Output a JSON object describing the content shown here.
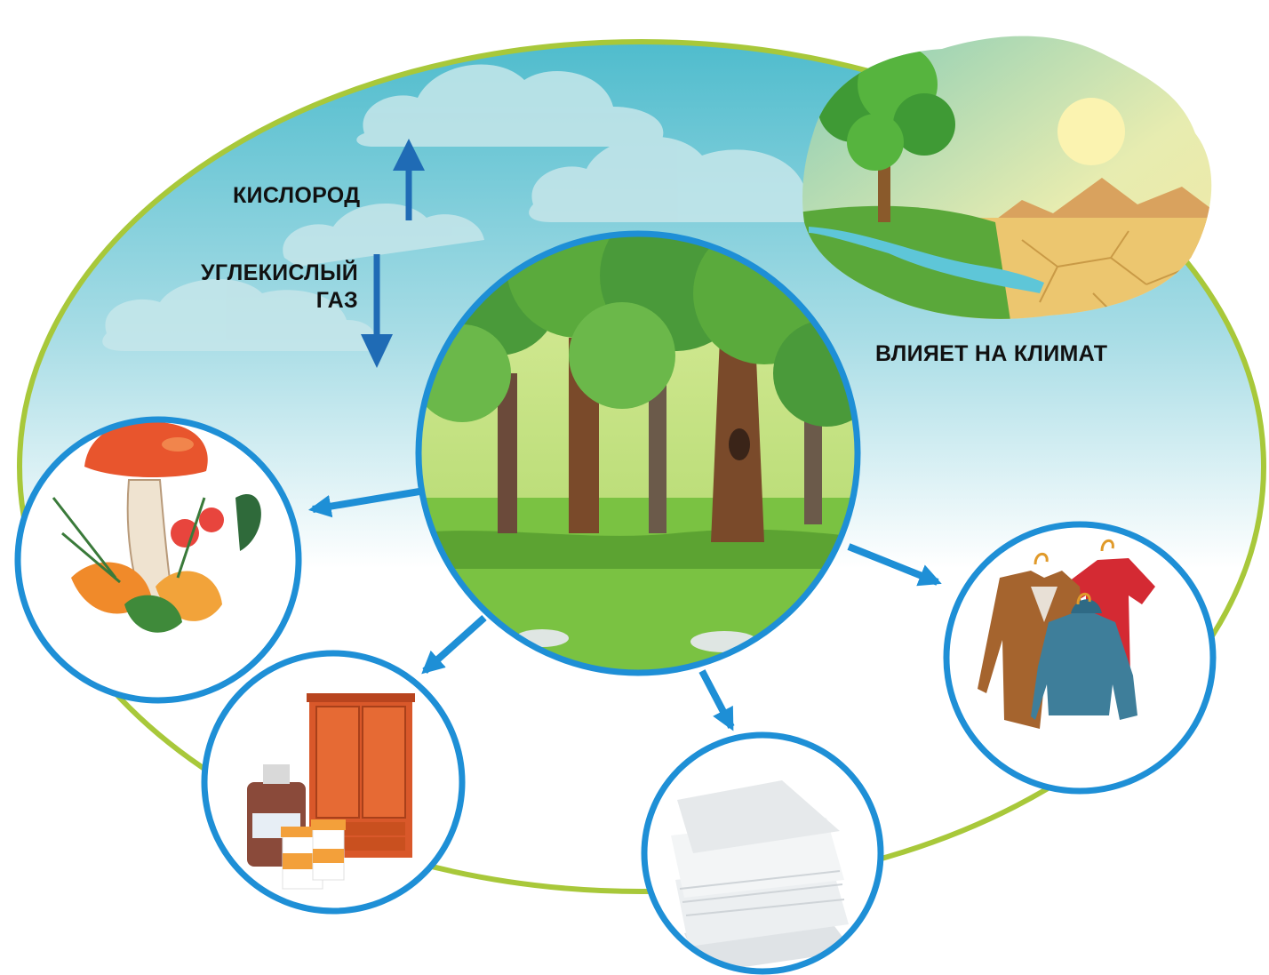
{
  "labels": {
    "oxygen": "КИСЛОРОД",
    "carbon_dioxide_line1": "УГЛЕКИСЛЫЙ",
    "carbon_dioxide_line2": "ГАЗ",
    "climate": "ВЛИЯЕТ НА КЛИМАТ"
  },
  "colors": {
    "ellipse_border": "#a8c83a",
    "circle_border": "#1e8fd6",
    "arrow": "#1e8fd6",
    "gas_arrow": "#1f6bb5",
    "sky_top": "#5ec1d3",
    "sky_bottom": "#ffffff"
  },
  "nodes": [
    {
      "id": "forest",
      "icon": "forest-icon"
    },
    {
      "id": "climate",
      "icon": "climate-landscape-icon"
    },
    {
      "id": "mushrooms-berries",
      "icon": "mushroom-icon"
    },
    {
      "id": "furniture-medicine",
      "icon": "wardrobe-icon"
    },
    {
      "id": "paper",
      "icon": "paper-stack-icon"
    },
    {
      "id": "clothes",
      "icon": "clothes-icon"
    }
  ]
}
